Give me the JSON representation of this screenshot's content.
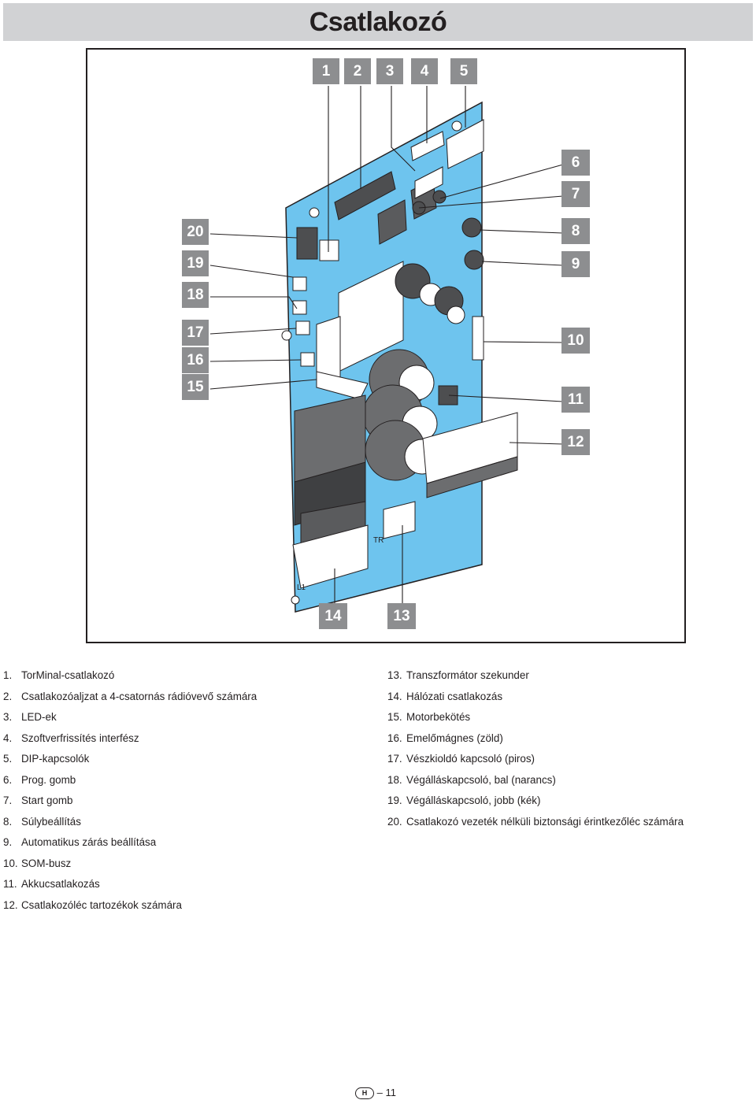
{
  "page": {
    "title": "Csatlakozó",
    "footer": {
      "lang_code": "H",
      "page_number": "– 11"
    }
  },
  "colors": {
    "title_bar": "#d1d2d4",
    "board": "#6ec4ee",
    "callout_box": "#8d8e90"
  },
  "diagram": {
    "callouts": [
      "1",
      "2",
      "3",
      "4",
      "5",
      "6",
      "7",
      "8",
      "9",
      "10",
      "11",
      "12",
      "13",
      "14",
      "15",
      "16",
      "17",
      "18",
      "19",
      "20"
    ],
    "board_labels": {
      "l1": "L1",
      "tr": "TR"
    }
  },
  "legend_left": [
    {
      "num": "1.",
      "text": "TorMinal-csatlakozó"
    },
    {
      "num": "2.",
      "text": "Csatlakozóaljzat a 4-csatornás rádióvevő számára"
    },
    {
      "num": "3.",
      "text": "LED-ek"
    },
    {
      "num": "4.",
      "text": "Szoftverfrissítés interfész"
    },
    {
      "num": "5.",
      "text": "DIP-kapcsolók"
    },
    {
      "num": "6.",
      "text": "Prog. gomb"
    },
    {
      "num": "7.",
      "text": "Start gomb"
    },
    {
      "num": "8.",
      "text": "Súlybeállítás"
    },
    {
      "num": "9.",
      "text": "Automatikus zárás beállítása"
    },
    {
      "num": "10.",
      "text": "SOM-busz"
    },
    {
      "num": "11.",
      "text": "Akkucsatlakozás"
    },
    {
      "num": "12.",
      "text": "Csatlakozóléc tartozékok számára"
    }
  ],
  "legend_right": [
    {
      "num": "13.",
      "text": "Transzformátor szekunder"
    },
    {
      "num": "14.",
      "text": "Hálózati csatlakozás"
    },
    {
      "num": "15.",
      "text": "Motorbekötés"
    },
    {
      "num": "16.",
      "text": "Emelőmágnes (zöld)"
    },
    {
      "num": "17.",
      "text": "Vészkioldó kapcsoló (piros)"
    },
    {
      "num": "18.",
      "text": "Végálláskapcsoló, bal (narancs)"
    },
    {
      "num": "19.",
      "text": "Végálláskapcsoló, jobb (kék)"
    },
    {
      "num": "20.",
      "text": "Csatlakozó vezeték nélküli biztonsági érintkezőléc számára"
    }
  ]
}
